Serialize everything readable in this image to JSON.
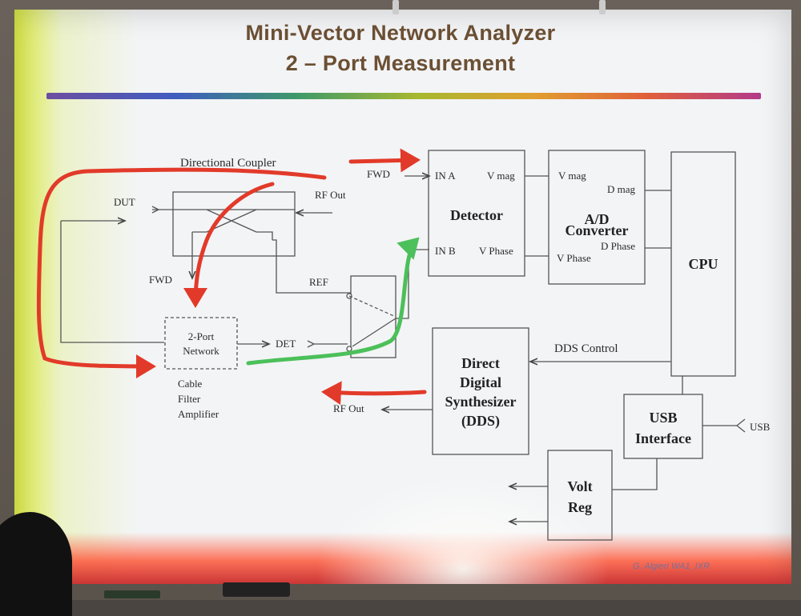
{
  "slide": {
    "title_line1": "Mini-Vector Network  Analyzer",
    "title_line2": "2 – Port Measurement",
    "credit": "G. Algieri WA1_IXR"
  },
  "blocks": {
    "detector": {
      "title": "Detector",
      "in_a": "IN A",
      "in_b": "IN B",
      "v_mag": "V mag",
      "v_phase": "V Phase"
    },
    "adc": {
      "title1": "A/D",
      "title2": "Converter",
      "v_mag": "V mag",
      "v_phase": "V Phase",
      "d_mag": "D mag",
      "d_phase": "D Phase"
    },
    "cpu": {
      "title": "CPU"
    },
    "dds": {
      "line1": "Direct",
      "line2": "Digital",
      "line3": "Synthesizer",
      "line4": "(DDS)"
    },
    "usb": {
      "line1": "USB",
      "line2": "Interface",
      "port": "USB"
    },
    "voltreg": {
      "line1": "Volt",
      "line2": "Reg"
    },
    "network": {
      "line1": "2-Port",
      "line2": "Network"
    }
  },
  "labels": {
    "directional_coupler": "Directional Coupler",
    "dut": "DUT",
    "rf_out_top": "RF Out",
    "fwd_left": "FWD",
    "fwd_detector": "FWD",
    "ref": "REF",
    "det": "DET",
    "dds_control": "DDS Control",
    "rf_out_bottom": "RF Out",
    "cable": "Cable",
    "filter": "Filter",
    "amplifier": "Amplifier"
  },
  "colors": {
    "title": "#6b4f33",
    "red_annotation": "#e23a2a",
    "green_annotation": "#4cc05a",
    "line": "#444444"
  }
}
